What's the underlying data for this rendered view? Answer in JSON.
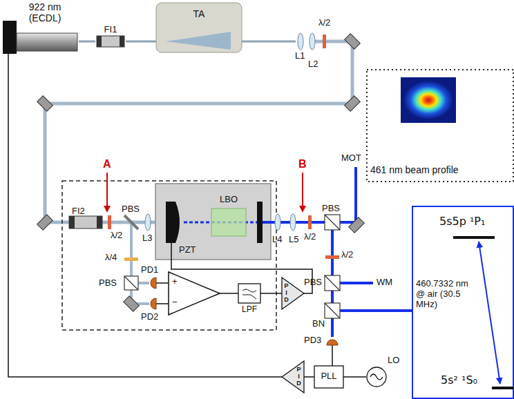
{
  "diagram": {
    "nodes": [
      {
        "text": [
          "922 nm (ECDL)"
        ]
      },
      {
        "text": [
          "FI1"
        ]
      },
      {
        "text": [
          "TA"
        ]
      },
      {
        "text": [
          "LBO"
        ]
      },
      {
        "text": [
          "LPF"
        ]
      },
      {
        "text": [
          "PID"
        ]
      },
      {
        "text": [
          "PLL"
        ]
      },
      {
        "text": [
          "LO"
        ]
      },
      {
        "text": [
          "PID"
        ]
      },
      {
        "text": [
          "5s5p ¹P₁",
          "460.7332 nm @ air (30.5 MHz)",
          "5s² ¹S₀"
        ]
      },
      {
        "text": [
          "461 nm beam profile"
        ]
      }
    ],
    "edges": [
      {
        "from": 0,
        "to": 1,
        "arrow": "none"
      },
      {
        "from": 1,
        "to": 2,
        "arrow": "none"
      },
      {
        "from": 4,
        "to": 5,
        "arrow": "none"
      },
      {
        "from": 6,
        "to": 8,
        "arrow": "none"
      },
      {
        "from": 7,
        "to": 6,
        "arrow": "none"
      },
      {
        "from": 8,
        "to": 0,
        "arrow": "none"
      }
    ],
    "labels": [
      "L1",
      "L2",
      "λ/2",
      "A",
      "FI2",
      "λ/2",
      "PBS",
      "L3",
      "PZT",
      "B",
      "L4",
      "L5",
      "λ/2",
      "PBS",
      "MOT",
      "λ/4",
      "PBS",
      "PD1",
      "PD2",
      "+",
      "−",
      "λ/2",
      "PBS",
      "WM",
      "BN",
      "PD3"
    ]
  }
}
